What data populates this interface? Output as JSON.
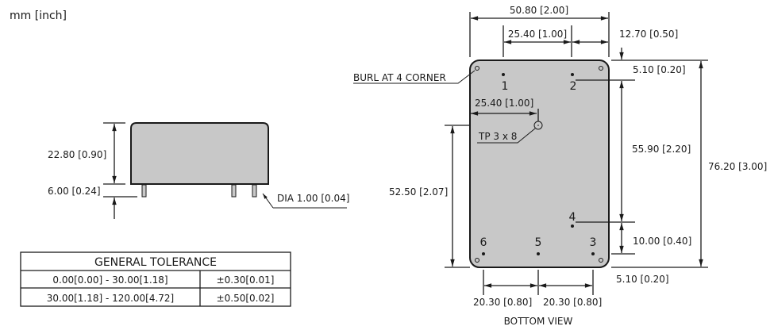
{
  "units_label": "mm [inch]",
  "side_view": {
    "height_dim": "22.80 [0.90]",
    "pin_length_dim": "6.00 [0.24]",
    "pin_diameter": "DIA 1.00 [0.04]"
  },
  "tolerance_table": {
    "title": "GENERAL TOLERANCE",
    "rows": [
      {
        "range": "0.00[0.00] - 30.00[1.18]",
        "tolerance": "±0.30[0.01]"
      },
      {
        "range": "30.00[1.18] - 120.00[4.72]",
        "tolerance": "±0.50[0.02]"
      }
    ]
  },
  "bottom_view": {
    "label": "BOTTOM VIEW",
    "burl_label": "BURL AT 4 CORNER",
    "tp_label": "TP 3 x 8",
    "width_dim": "50.80 [2.00]",
    "pin_spacing_top": "25.40 [1.00]",
    "edge_offset_top": "12.70 [0.50]",
    "tp_offset": "25.40 [1.00]",
    "top_margin": "5.10 [0.20]",
    "pin_vertical_span": "55.90 [2.20]",
    "height_dim": "76.20 [3.00]",
    "tp_height": "52.50 [2.07]",
    "pin4_offset": "10.00 [0.40]",
    "bottom_margin": "5.10 [0.20]",
    "bottom_spacing_left": "20.30 [0.80]",
    "bottom_spacing_right": "20.30 [0.80]",
    "pins": [
      "1",
      "2",
      "3",
      "4",
      "5",
      "6"
    ]
  }
}
